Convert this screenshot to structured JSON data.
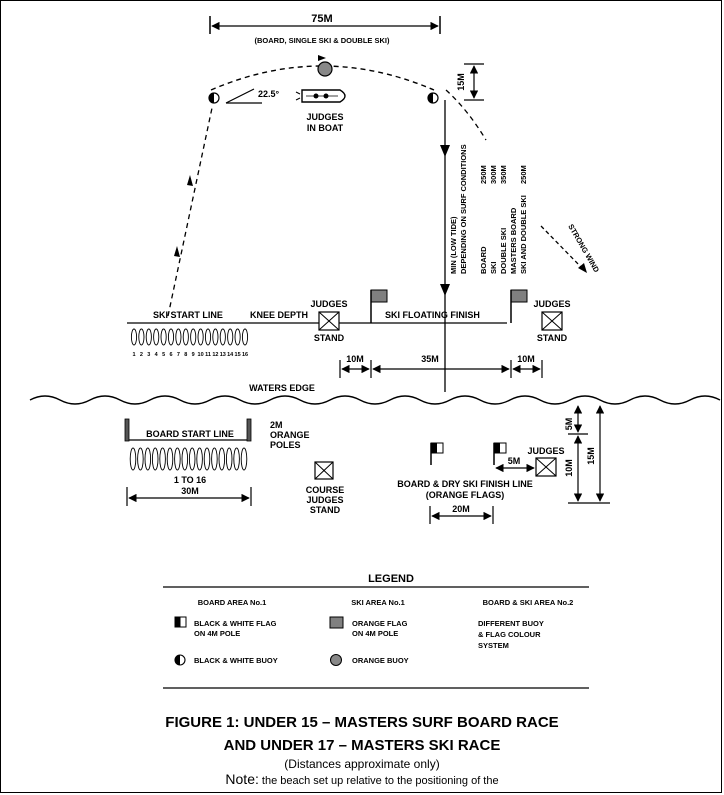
{
  "course": {
    "width_label": "75M",
    "width_sub": "(BOARD, SINGLE SKI & DOUBLE SKI)",
    "buoy_offset_label": "15M",
    "angle_label": "22.5°",
    "judges_boat": [
      "JUDGES",
      "IN BOAT"
    ],
    "distance_block": {
      "col1": [
        "MIN (LOW TIDE)",
        "DEPENDING ON SURF CONDITIONS"
      ],
      "col2": [
        "BOARD",
        "SKI",
        "DOUBLE SKI",
        "MASTERS BOARD",
        "SKI AND DOUBLE SKI"
      ],
      "col3": [
        "250M",
        "300M",
        "350M",
        "",
        "250M"
      ]
    },
    "strong_wind": "STRONG WIND",
    "ski_start_line": "SKI START LINE",
    "knee_depth": "KNEE DEPTH",
    "ski_floating_finish": "SKI  FLOATING  FINISH",
    "judges_stand_1": [
      "JUDGES",
      "STAND"
    ],
    "judges_stand_2": [
      "JUDGES",
      "STAND"
    ],
    "position_numbers": [
      "1",
      "2",
      "3",
      "4",
      "5",
      "6",
      "7",
      "8",
      "9",
      "10",
      "11",
      "12",
      "13",
      "14",
      "15",
      "16"
    ],
    "dist_left": "10M",
    "dist_mid": "35M",
    "dist_right": "10M",
    "waters_edge": "WATERS EDGE",
    "board_start_line": "BOARD START LINE",
    "orange_poles": [
      "2M",
      "ORANGE",
      "POLES"
    ],
    "board_range": [
      "1 TO 16",
      "30M"
    ],
    "course_judges": [
      "COURSE",
      "JUDGES",
      "STAND"
    ],
    "board_finish": [
      "BOARD & DRY SKI FINISH LINE",
      "(ORANGE FLAGS)"
    ],
    "judges_beach": "JUDGES",
    "dist_5m_h": "5M",
    "dist_20m": "20M",
    "dist_5m_v": "5M",
    "dist_10m_v": "10M",
    "dist_15m_v": "15M"
  },
  "legend": {
    "title": "LEGEND",
    "col1_header": "BOARD AREA No.1",
    "col2_header": "SKI AREA No.1",
    "col3_header": "BOARD & SKI AREA No.2",
    "bw_flag": [
      "BLACK & WHITE FLAG",
      "ON 4M POLE"
    ],
    "orange_flag": [
      "ORANGE FLAG",
      "ON 4M POLE"
    ],
    "area2_text": [
      "DIFFERENT BUOY",
      "& FLAG COLOUR",
      "SYSTEM"
    ],
    "bw_buoy": "BLACK & WHITE BUOY",
    "orange_buoy": "ORANGE BUOY"
  },
  "caption": {
    "line1": "FIGURE 1: UNDER 15 – MASTERS SURF BOARD RACE",
    "line2": "AND UNDER 17 – MASTERS SKI RACE",
    "line3": "(Distances approximate only)",
    "note_word": "Note:",
    "note_text": " the beach set up relative to the positioning of the"
  }
}
